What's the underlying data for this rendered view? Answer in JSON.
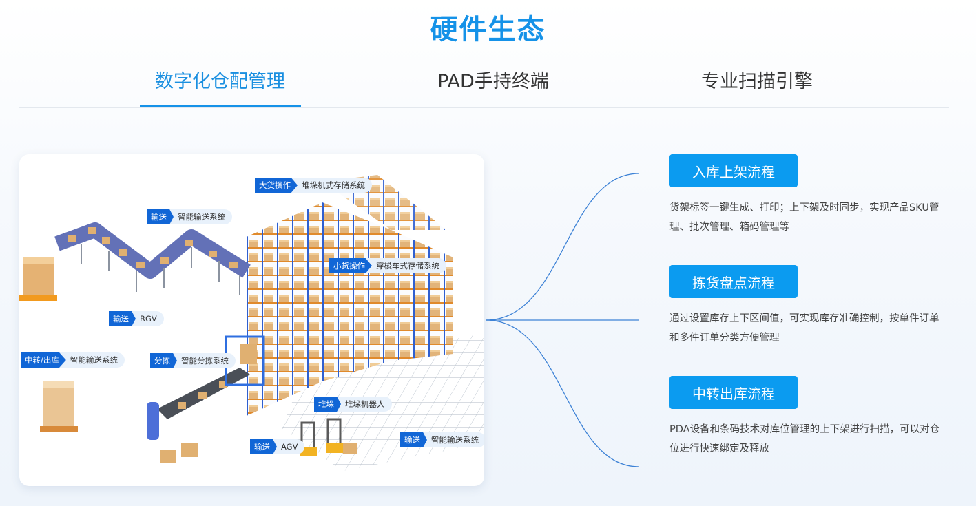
{
  "page": {
    "title": "硬件生态"
  },
  "tabs": [
    {
      "label": "数字化仓配管理",
      "active": true
    },
    {
      "label": "PAD手持终端",
      "active": false
    },
    {
      "label": "专业扫描引擎",
      "active": false
    }
  ],
  "diagram": {
    "labels": [
      {
        "tag": "大货操作",
        "text": "堆垛机式存储系统"
      },
      {
        "tag": "输送",
        "text": "智能输送系统"
      },
      {
        "tag": "小货操作",
        "text": "穿梭车式存储系统"
      },
      {
        "tag": "输送",
        "text": "RGV"
      },
      {
        "tag": "中转/出库",
        "text": "智能输送系统"
      },
      {
        "tag": "分拣",
        "text": "智能分拣系统"
      },
      {
        "tag": "堆垛",
        "text": "堆垛机器人"
      },
      {
        "tag": "输送",
        "text": "AGV"
      },
      {
        "tag": "输送",
        "text": "智能输送系统"
      }
    ]
  },
  "flows": [
    {
      "label": "入库上架流程",
      "desc": "货架标签一键生成、打印；上下架及时同步，实现产品SKU管理、批次管理、箱码管理等"
    },
    {
      "label": "拣货盘点流程",
      "desc": "通过设置库存上下区间值，可实现库存准确控制，按单件订单和多件订单分类方便管理"
    },
    {
      "label": "中转出库流程",
      "desc": "PDA设备和条码技术对库位管理的上下架进行扫描，可以对仓位进行快速绑定及释放"
    }
  ],
  "colors": {
    "accent": "#1592e8",
    "button": "#0b9bf0",
    "tag": "#1166d6"
  }
}
